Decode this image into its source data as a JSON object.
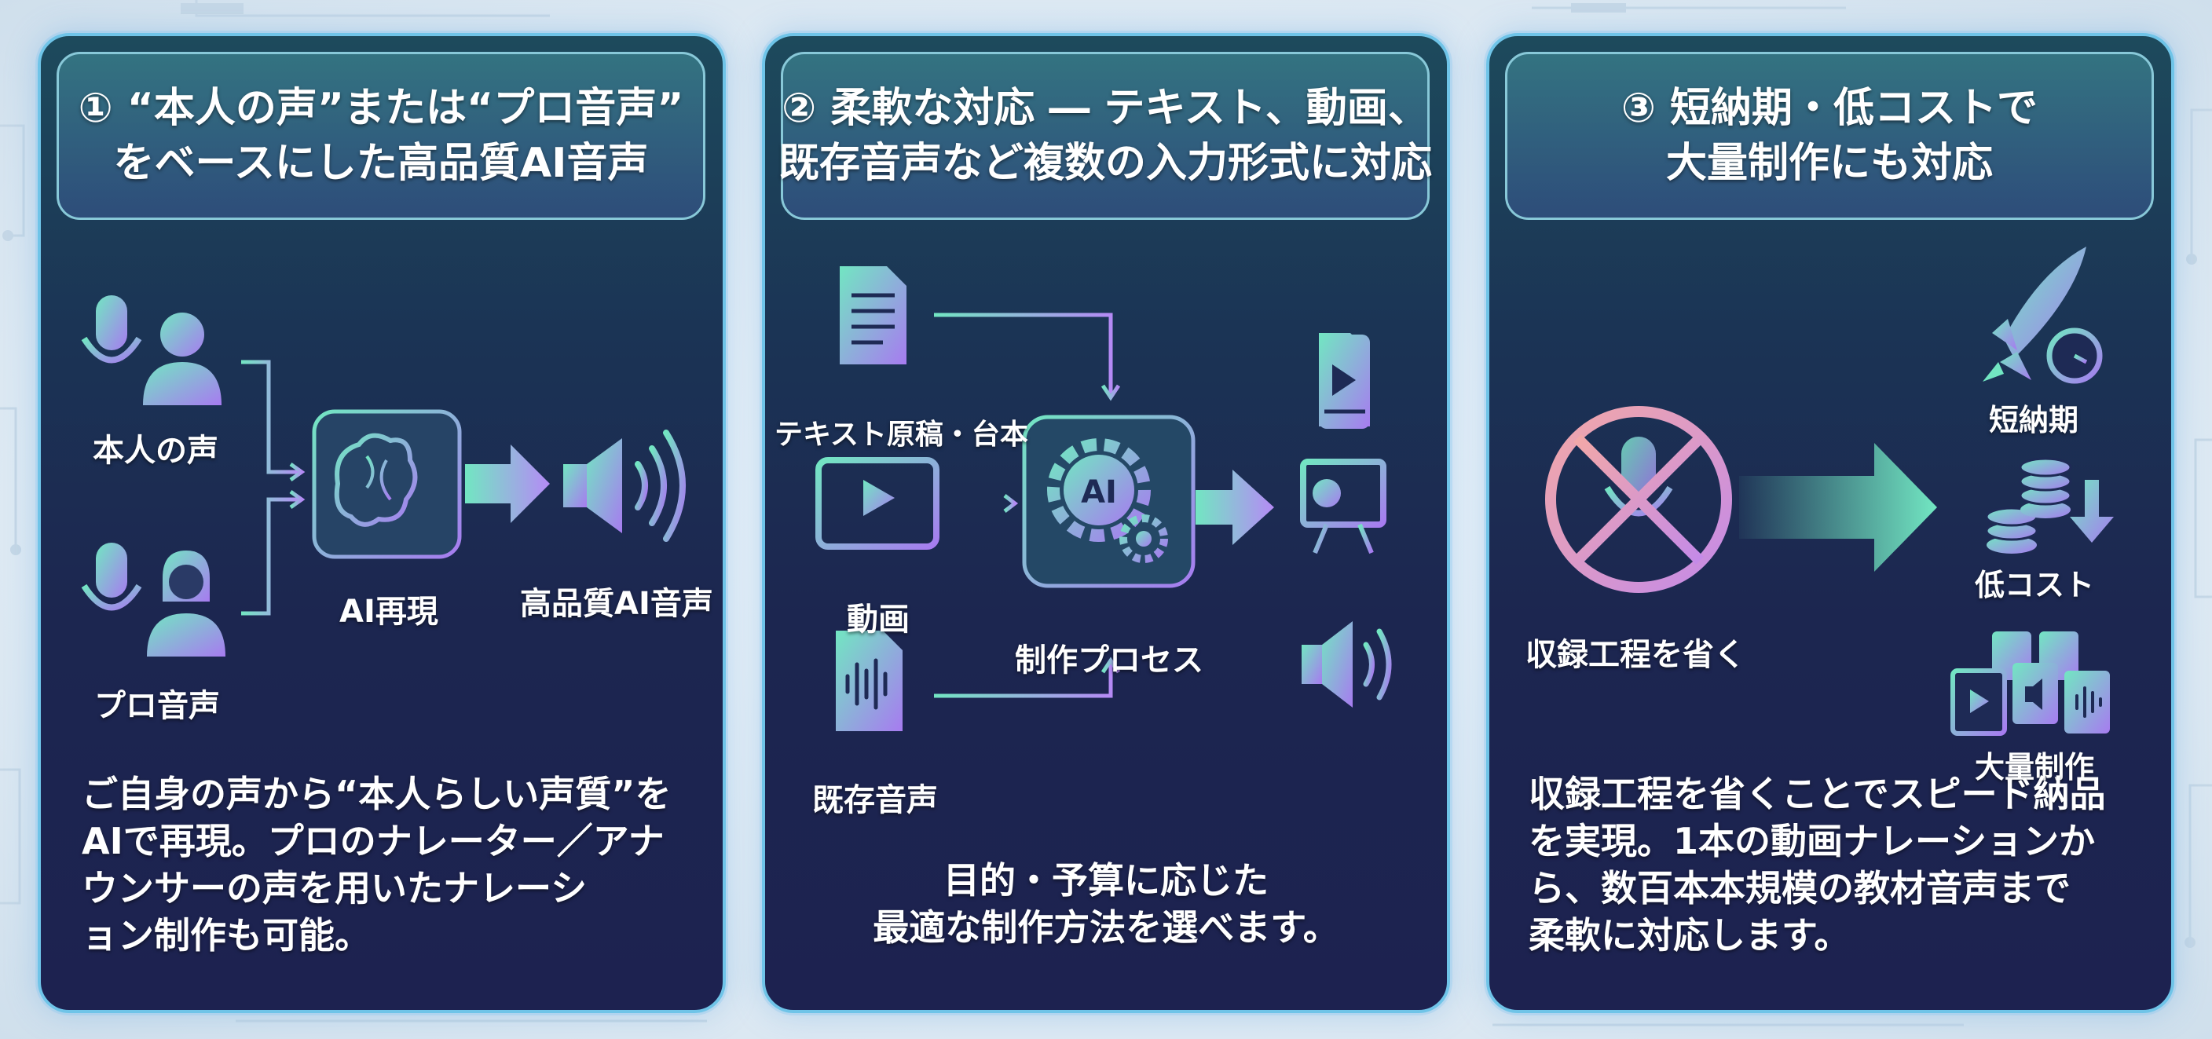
{
  "colors": {
    "accent_teal": "#6fe0c0",
    "accent_purple": "#a77bf0",
    "card_border": "#6fc4e8"
  },
  "panel1": {
    "title_line1": "① “本人の声”または“プロ音声”",
    "title_line2": "をベースにした高品質AI音声",
    "label_own_voice": "本人の声",
    "label_pro_voice": "プロ音声",
    "label_ai": "AI再現",
    "label_output": "高品質AI音声",
    "desc_lines": [
      "ご自身の声から“本人らしい声質”を",
      "AIで再現。プロのナレーター／アナ",
      "ウンサーの声を用いたナレーシ",
      "ョン制作も可能。"
    ],
    "icons": [
      "microphone-icon",
      "person-icon",
      "brain-icon",
      "waveform-icon",
      "arrow-right-icon",
      "speaker-icon",
      "woman-icon"
    ]
  },
  "panel2": {
    "title_line1": "② 柔軟な対応 ― テキスト、動画、",
    "title_line2": "既存音声など複数の入力形式に対応",
    "label_text": "テキスト原稿・台本",
    "label_video": "動画",
    "label_audio": "既存音声",
    "label_process": "制作プロセス",
    "gear_text": "AI",
    "desc_lines": [
      "目的・予算に応じた",
      "最適な制作方法を選べます。"
    ],
    "icons": [
      "document-icon",
      "video-icon",
      "audio-file-icon",
      "ai-gear-icon",
      "video-file-icon",
      "presentation-icon",
      "speaker-icon"
    ]
  },
  "panel3": {
    "title_line1": "③ 短納期・低コストで",
    "title_line2": "大量制作にも対応",
    "label_skip": "収録工程を省く",
    "label_short": "短納期",
    "label_cost": "低コスト",
    "label_mass": "大量制作",
    "desc_lines": [
      "収録工程を省くことでスピード納品",
      "を実現。1本の動画ナレーションか",
      "ら、数百本本規模の教材音声まで",
      "柔軟に対応します。"
    ],
    "icons": [
      "no-microphone-icon",
      "arrow-right-icon",
      "rocket-icon",
      "clock-icon",
      "coins-icon",
      "arrow-down-icon",
      "media-files-icon"
    ]
  }
}
